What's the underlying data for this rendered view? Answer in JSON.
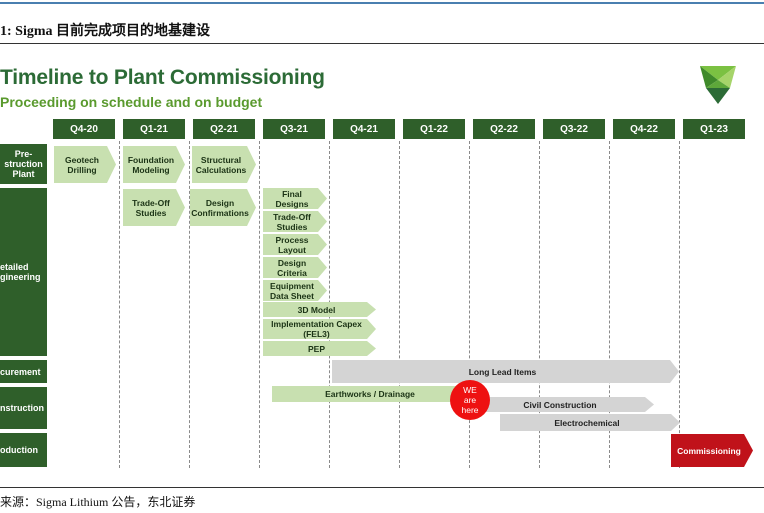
{
  "figure": {
    "title": "1:  Sigma 目前完成项目的地基建设",
    "source": "来源：Sigma Lithium 公告，东北证券"
  },
  "slide": {
    "title": "Timeline to Plant Commissioning",
    "subtitle": "Proceeding on schedule and on budget"
  },
  "quarters": [
    "Q4-20",
    "Q1-21",
    "Q2-21",
    "Q3-21",
    "Q4-21",
    "Q1-22",
    "Q2-22",
    "Q3-22",
    "Q4-22",
    "Q1-23"
  ],
  "rows": {
    "preconstruction": "Pre-\nstruction\nPlant",
    "engineering": "etailed\ngineering",
    "procurement": "curement",
    "construction": "nstruction",
    "production": "oduction"
  },
  "tasks": {
    "geotech": "Geotech\nDrilling",
    "foundation": "Foundation\nModeling",
    "structural": "Structural\nCalculations",
    "tradeoff1": "Trade-Off\nStudies",
    "design_conf": "Design\nConfirmations",
    "final_designs": "Final\nDesigns",
    "tradeoff2": "Trade-Off\nStudies",
    "process_layout": "Process\nLayout",
    "design_criteria": "Design\nCriteria",
    "equipment": "Equipment\nData Sheet",
    "model3d": "3D Model",
    "capex": "Implementation Capex\n(FEL3)",
    "pep": "PEP",
    "long_lead": "Long Lead Items",
    "earthworks": "Earthworks / Drainage",
    "civil": "Civil Construction",
    "electrochem": "Electrochemical",
    "commissioning": "Commissioning"
  },
  "marker": "WE\nare\nhere",
  "colors": {
    "dark_green": "#2f5f2a",
    "light_green": "#c8e0b0",
    "grey": "#d4d4d4",
    "red": "#c0121a",
    "marker_red": "#ee1111"
  }
}
